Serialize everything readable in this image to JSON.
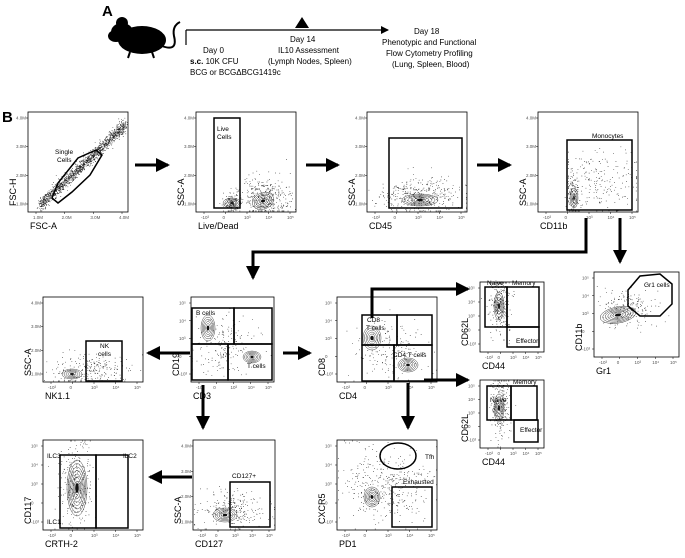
{
  "panel_a": {
    "letter": "A",
    "day0": "Day 0",
    "day0_sub1_bold": "s.c.",
    "day0_sub1_rest": " 10K CFU",
    "day0_sub2": "BCG or BCGΔBCG1419c",
    "day14": "Day 14",
    "day14_sub1": "IL10 Assessment",
    "day14_sub2": "(Lymph Nodes, Spleen)",
    "day18": "Day 18",
    "day18_sub1": "Phenotypic and Functional",
    "day18_sub2": "Flow Cytometry Profiling",
    "day18_sub3": "(Lung, Spleen, Blood)"
  },
  "panel_b": {
    "letter": "B",
    "plots": {
      "single": {
        "x": "FSC-A",
        "y": "FSC-H",
        "gate": "Single Cells",
        "xticks": [
          "1.0M",
          "2.0M",
          "3.0M",
          "4.0M"
        ],
        "yticks": [
          "1.0M",
          "2.0M",
          "3.0M",
          "4.0M"
        ]
      },
      "live": {
        "x": "Live/Dead",
        "y": "SSC-A",
        "gate1": "Live",
        "gate2": "Cells",
        "xticks": [
          "-10³",
          "0",
          "10³",
          "10⁴",
          "10⁵"
        ],
        "yticks": [
          "1.0M",
          "2.0M",
          "3.0M",
          "4.0M"
        ]
      },
      "cd45": {
        "x": "CD45",
        "y": "SSC-A",
        "xticks": [
          "-10³",
          "0",
          "10³",
          "10⁴",
          "10⁵"
        ],
        "yticks": [
          "1.0M",
          "2.0M",
          "3.0M",
          "4.0M"
        ]
      },
      "cd11b": {
        "x": "CD11b",
        "y": "SSC-A",
        "gate": "Monocytes",
        "xticks": [
          "-10³",
          "0",
          "10³",
          "10⁴",
          "10⁵"
        ],
        "yticks": [
          "1.0M",
          "2.0M",
          "3.0M",
          "4.0M"
        ]
      },
      "gr1": {
        "x": "Gr1",
        "y": "CD11b",
        "gate": "Gr1 cells",
        "xticks": [
          "-10³",
          "0",
          "10³",
          "10⁴",
          "10⁵"
        ],
        "yticks": [
          "-10³",
          "0",
          "10³",
          "10⁴",
          "10⁵"
        ]
      },
      "nk": {
        "x": "NK1.1",
        "y": "SSC-A",
        "gate1": "NK",
        "gate2": "cells",
        "xticks": [
          "-10³",
          "0",
          "10³",
          "10⁴",
          "10⁵"
        ],
        "yticks": [
          "1.0M",
          "2.0M",
          "3.0M",
          "4.0M"
        ]
      },
      "cd3": {
        "x": "CD3",
        "y": "CD19",
        "gate_b": "B cells",
        "gate_t": "T cells",
        "xticks": [
          "-10³",
          "0",
          "10³",
          "10⁴",
          "10⁵"
        ],
        "yticks": [
          "-10³",
          "0",
          "10³",
          "10⁴",
          "10⁵"
        ]
      },
      "cd4": {
        "x": "CD4",
        "y": "CD8",
        "gate_cd8a": "CD8",
        "gate_cd8b": "T cells",
        "gate_cd4": "CD4 T cells",
        "xticks": [
          "-10³",
          "0",
          "10³",
          "10⁴",
          "10⁵"
        ],
        "yticks": [
          "-10³",
          "0",
          "10³",
          "10⁴",
          "10⁵"
        ]
      },
      "cd8mem": {
        "x": "CD44",
        "y": "CD62L",
        "naive": "Naive",
        "memory": "Memory",
        "effector": "Effector",
        "xticks": [
          "-10³",
          "0",
          "10³",
          "10⁴",
          "10⁵"
        ],
        "yticks": [
          "-10³",
          "0",
          "10³",
          "10⁴",
          "10⁵"
        ]
      },
      "cd4mem": {
        "x": "CD44",
        "y": "CD62L",
        "naive": "Naive",
        "memory": "Memory",
        "effector": "Effector",
        "xticks": [
          "-10³",
          "0",
          "10³",
          "10⁴",
          "10⁵"
        ],
        "yticks": [
          "-10³",
          "0",
          "10³",
          "10⁴",
          "10⁵"
        ]
      },
      "ilc": {
        "x": "CRTH-2",
        "y": "CD117",
        "ilc1": "ILC1",
        "ilc2": "ILC2",
        "ilc3": "ILC3",
        "xticks": [
          "-10³",
          "0",
          "10³",
          "10⁴",
          "10⁵"
        ],
        "yticks": [
          "-10³",
          "0",
          "10³",
          "10⁴",
          "10⁵"
        ]
      },
      "cd127": {
        "x": "CD127",
        "y": "SSC-A",
        "gate": "CD127+",
        "xticks": [
          "-10³",
          "0",
          "10³",
          "10⁴",
          "10⁵"
        ],
        "yticks": [
          "1.0M",
          "2.0M",
          "3.0M",
          "4.0M"
        ]
      },
      "pd1": {
        "x": "PD1",
        "y": "CXCR5",
        "tfh": "Tfh",
        "exhausted": "Exhausted",
        "xticks": [
          "-10³",
          "0",
          "10³",
          "10⁴",
          "10⁵"
        ],
        "yticks": [
          "-10³",
          "0",
          "10³",
          "10⁴",
          "10⁵"
        ]
      }
    }
  }
}
